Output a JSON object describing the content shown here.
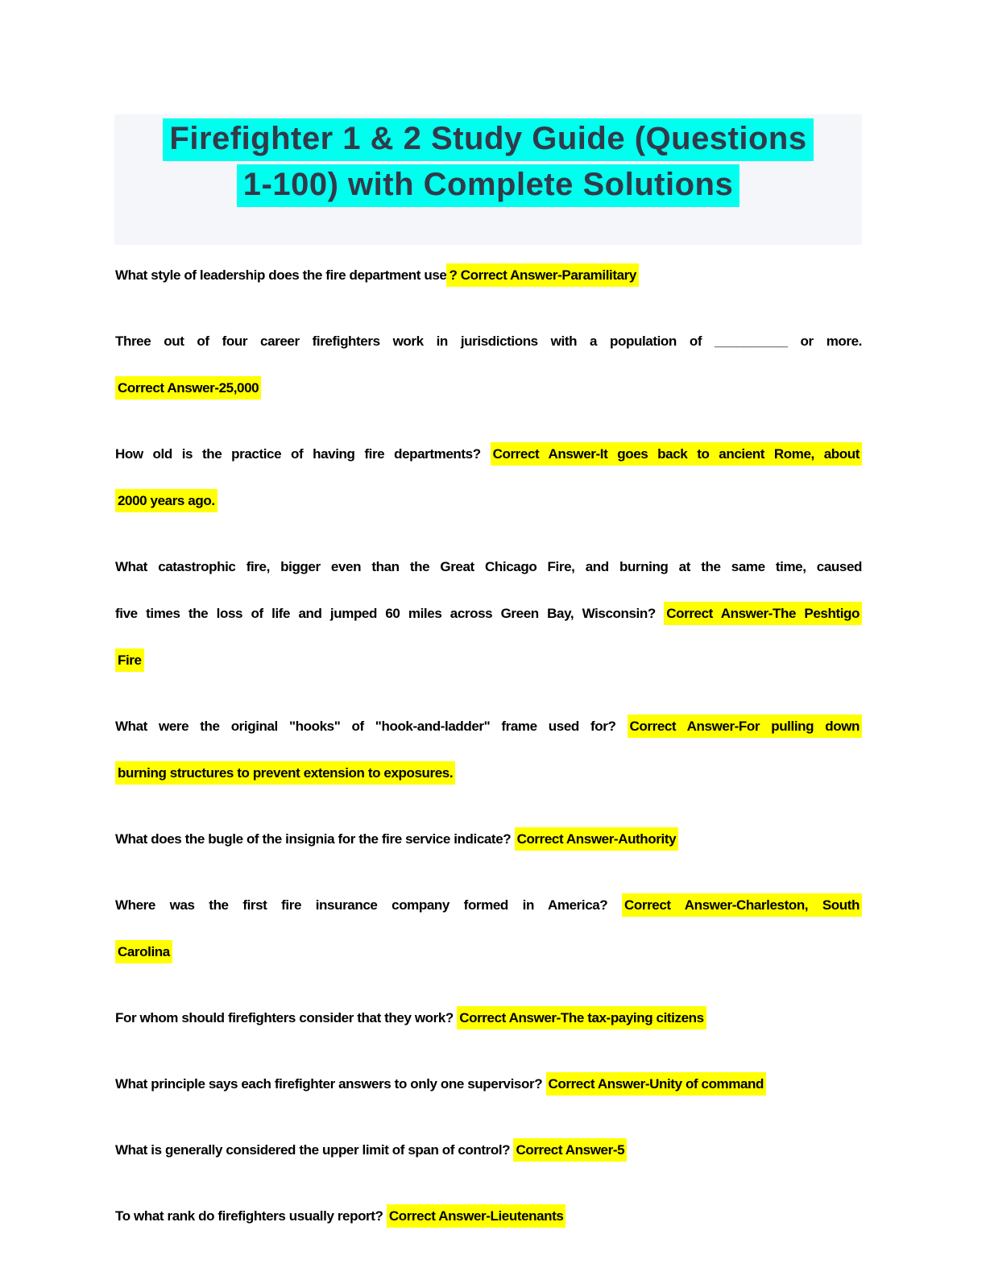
{
  "header": {
    "title": "Firefighter 1 & 2 Study Guide (Questions 1-100) with Complete Solutions",
    "title_line1": "Firefighter 1 & 2 Study Guide (Questions",
    "title_line2": "1-100) with Complete Solutions"
  },
  "colors": {
    "title_highlight": "#00FFEF",
    "title_text": "#323A49",
    "header_background": "#F5F6FA",
    "answer_highlight": "#FFFF00",
    "body_text": "#000000"
  },
  "qa_items": [
    {
      "lines": [
        {
          "plain": "What style of leadership does the fire department use",
          "answer": "? Correct Answer-Paramilitary"
        }
      ]
    },
    {
      "lines": [
        {
          "plain": "Three out of four career firefighters work in jurisdictions with a population of __________ or more. "
        },
        {
          "answer": "Correct Answer-25,000"
        }
      ]
    },
    {
      "lines": [
        {
          "plain": "How old is the practice of having fire departments? ",
          "answer": "Correct Answer-It goes back to ancient Rome, about"
        },
        {
          "answer": "2000 years ago."
        }
      ]
    },
    {
      "lines": [
        {
          "plain": "What catastrophic fire, bigger even than the Great Chicago Fire, and burning at the same time, caused"
        },
        {
          "plain": "five times the loss of life and jumped 60 miles across Green Bay, Wisconsin? ",
          "answer": "Correct Answer-The Peshtigo"
        },
        {
          "answer": "Fire"
        }
      ]
    },
    {
      "lines": [
        {
          "plain": "What were the original \"hooks\" of \"hook-and-ladder\" frame used for? ",
          "answer": "Correct Answer-For pulling down"
        },
        {
          "answer": "burning structures to prevent extension to exposures."
        }
      ]
    },
    {
      "lines": [
        {
          "plain": "What does the bugle of the insignia for the fire service indicate? ",
          "answer": "Correct Answer-Authority"
        }
      ]
    },
    {
      "lines": [
        {
          "plain": "Where was the first fire insurance company formed in America? ",
          "answer": "Correct Answer-Charleston, South"
        },
        {
          "answer": "Carolina"
        }
      ]
    },
    {
      "lines": [
        {
          "plain": "For whom should firefighters consider that they work? ",
          "answer": "Correct Answer-The tax-paying citizens"
        }
      ]
    },
    {
      "lines": [
        {
          "plain": "What principle says each firefighter answers to only one supervisor? ",
          "answer": "Correct Answer-Unity of command"
        }
      ]
    },
    {
      "lines": [
        {
          "plain": "What is generally considered the upper limit of span of control? ",
          "answer": "Correct Answer-5"
        }
      ]
    },
    {
      "lines": [
        {
          "plain": "To what rank do firefighters usually report? ",
          "answer": "Correct Answer-Lieutenants"
        }
      ]
    }
  ]
}
